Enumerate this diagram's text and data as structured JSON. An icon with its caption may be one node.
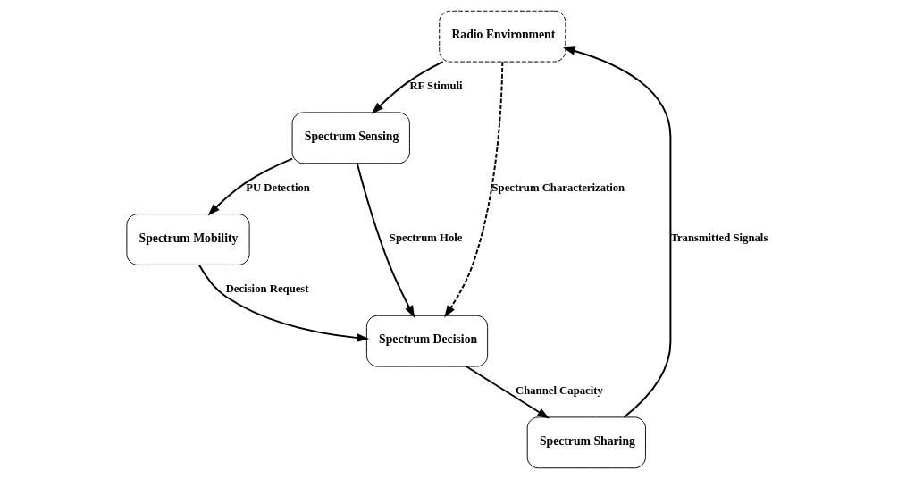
{
  "diagram": {
    "nodes": [
      {
        "text": [
          "Radio Environment"
        ]
      },
      {
        "text": [
          "Spectrum Mobility"
        ]
      },
      {
        "text": [
          "Spectrum Sensing"
        ]
      },
      {
        "text": [
          "Spectrum Sharing"
        ]
      },
      {
        "text": [
          "Spectrum Decision"
        ]
      }
    ],
    "edges": [
      {
        "from": 0,
        "to": 2,
        "arrow": "to",
        "label": "RF Stimuli"
      },
      {
        "from": 2,
        "to": 1,
        "arrow": "to",
        "label": "PU Detection"
      },
      {
        "from": 2,
        "to": 4,
        "arrow": "to",
        "label": "Spectrum Hole"
      },
      {
        "from": 1,
        "to": 4,
        "arrow": "to",
        "label": "Decision Request"
      },
      {
        "from": 4,
        "to": 3,
        "arrow": "to",
        "label": "Channel Capacity"
      },
      {
        "from": 3,
        "to": 0,
        "arrow": "to",
        "label": "Transmitted Signals"
      },
      {
        "from": 0,
        "to": 4,
        "arrow": "to",
        "label": "Spectrum Characterization",
        "style": "dashed"
      }
    ]
  }
}
